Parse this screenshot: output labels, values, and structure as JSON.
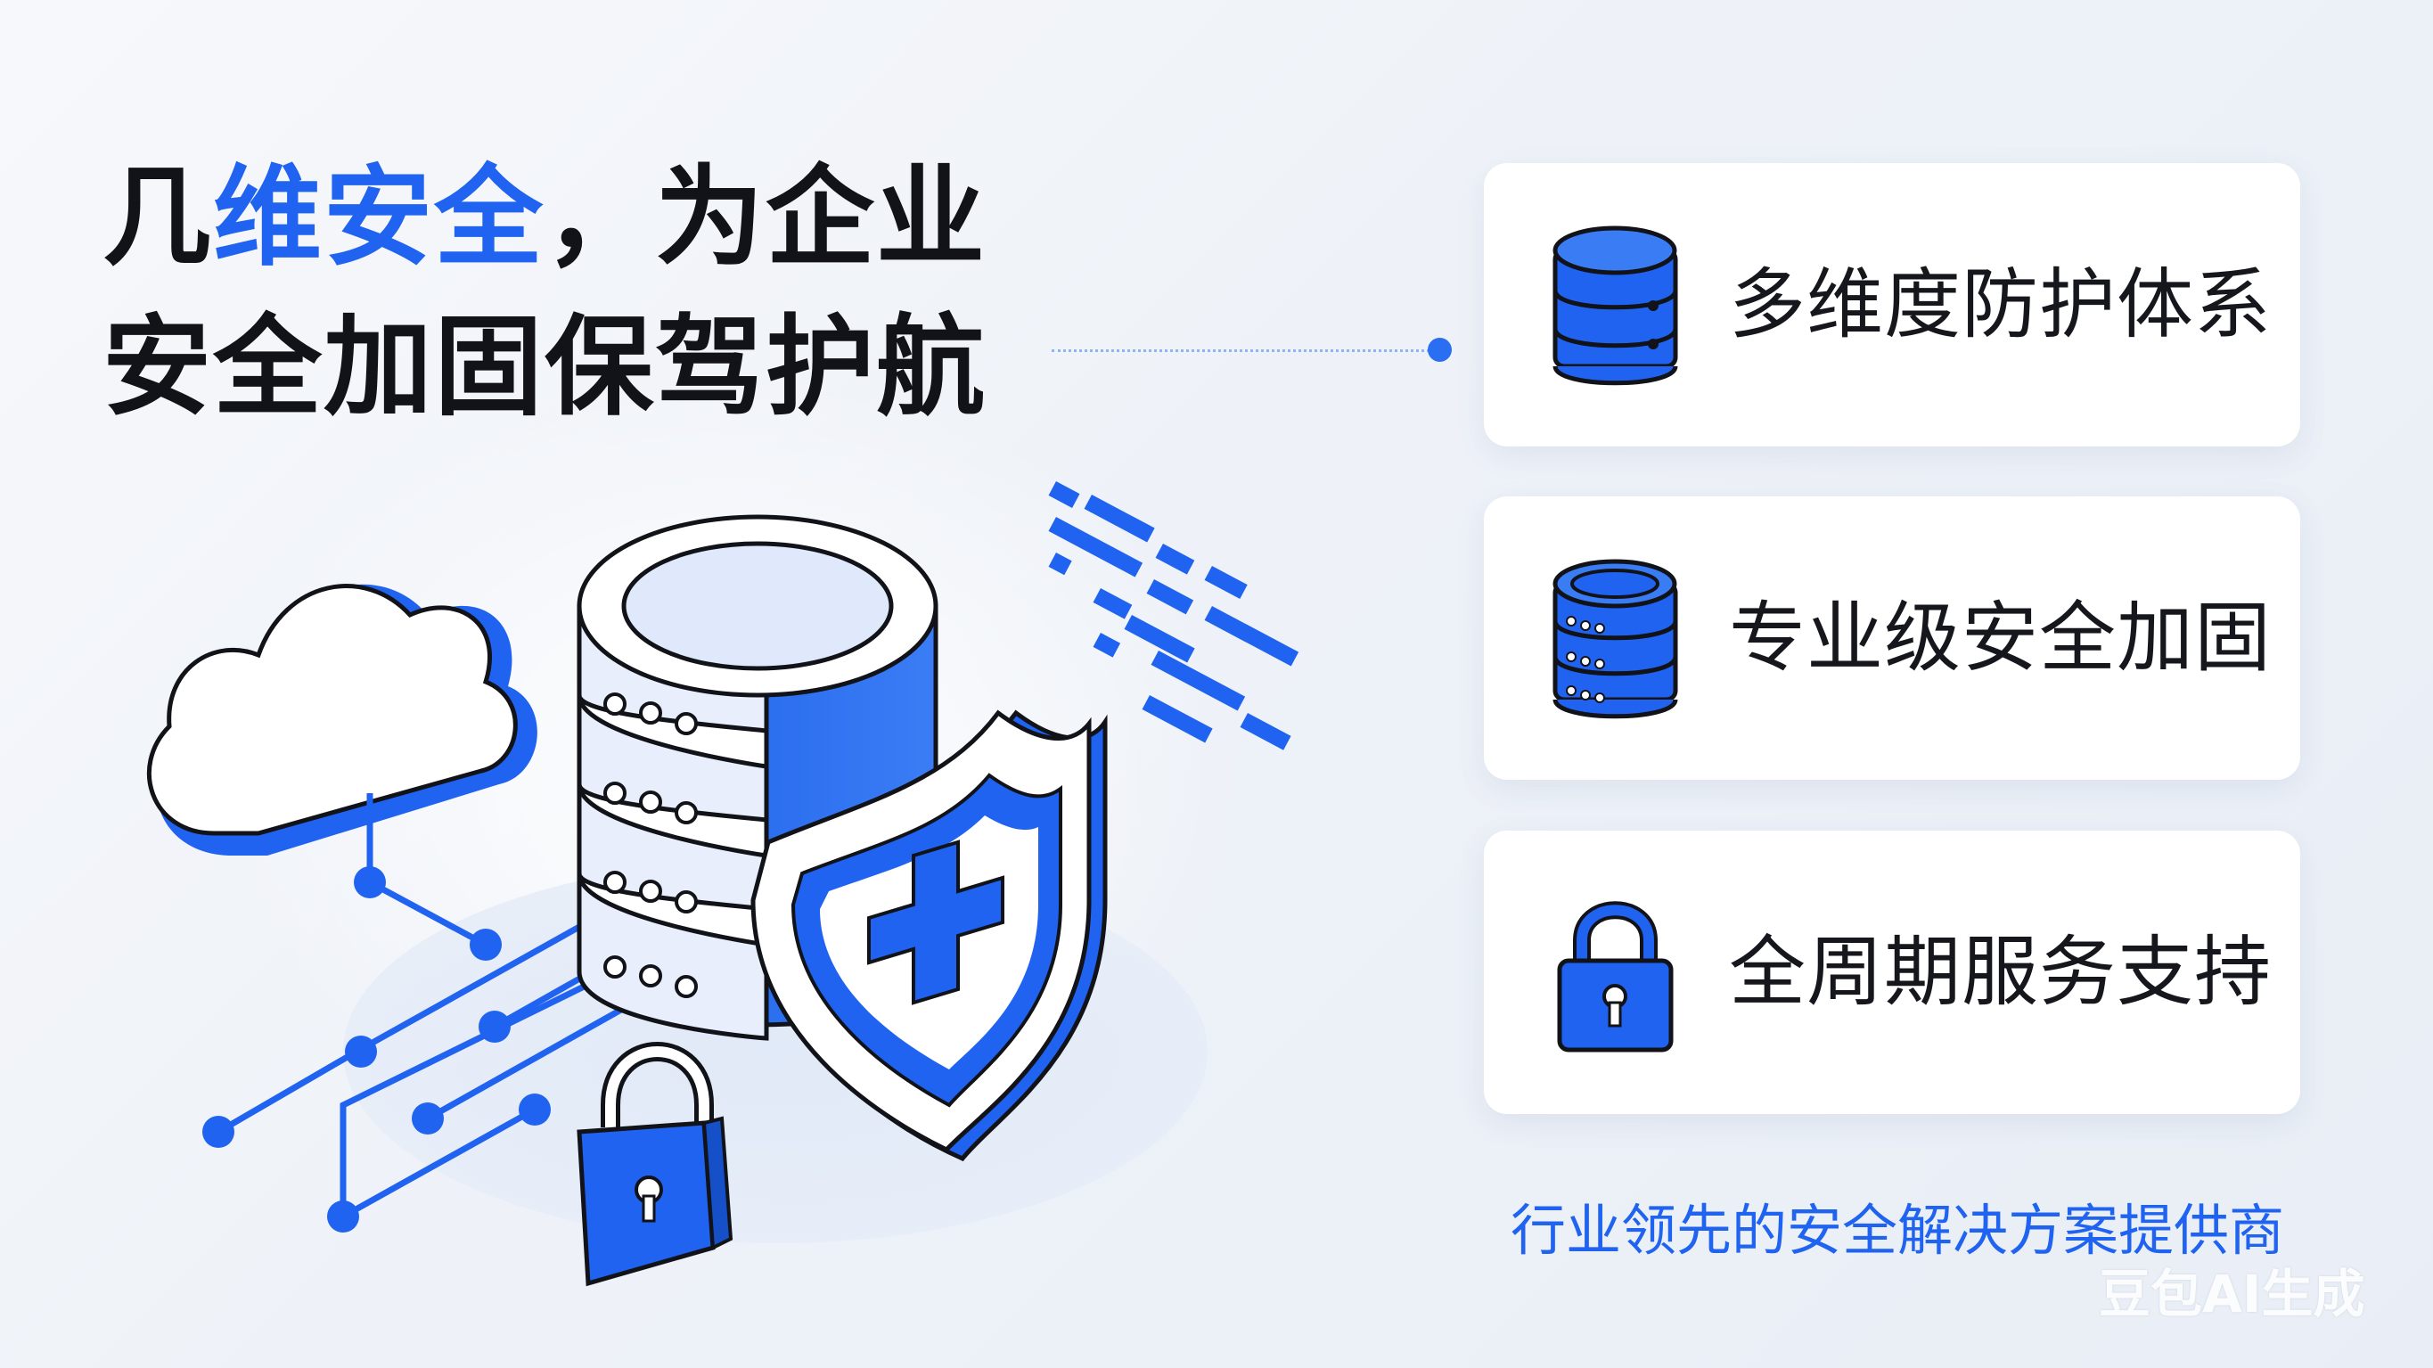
{
  "headline": {
    "line1_prefix": "几",
    "line1_highlight": "维安全",
    "line1_suffix": "，为企业",
    "line2": "安全加固保驾护航"
  },
  "features": [
    {
      "label": "多维度防护体系",
      "icon": "database-icon"
    },
    {
      "label": "专业级安全加固",
      "icon": "server-stack-icon"
    },
    {
      "label": "全周期服务支持",
      "icon": "lock-icon"
    }
  ],
  "tagline": "行业领先的安全解决方案提供商",
  "watermark": "豆包AI生成",
  "colors": {
    "accent": "#1f63f0",
    "text": "#111318",
    "card": "#ffffff",
    "background": "#eef2f8"
  },
  "illustration": {
    "icons": [
      "cloud-icon",
      "server-icon",
      "shield-icon",
      "lock-icon",
      "circuit-lines",
      "data-blocks"
    ]
  }
}
